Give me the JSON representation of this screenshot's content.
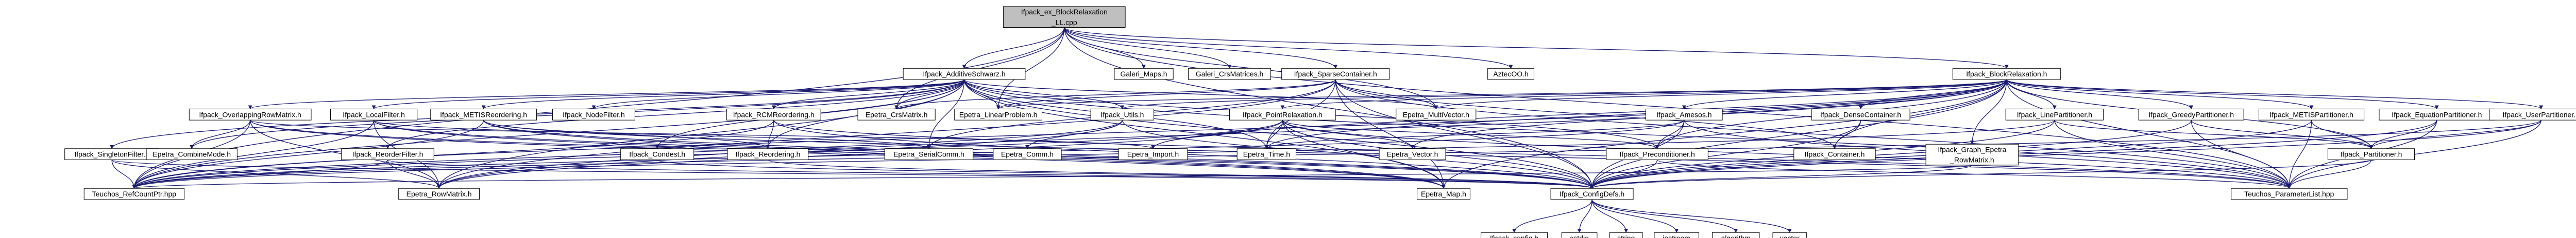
{
  "nodes": [
    {
      "id": "root",
      "label": "Ifpack_ex_BlockRelaxation\n_LL.cpp",
      "border": "#000000",
      "fill": "#bfbfbf"
    },
    {
      "id": "additive",
      "label": "Ifpack_AdditiveSchwarz.h",
      "border": "#000000",
      "fill": "#ffffff"
    },
    {
      "id": "galeri_maps",
      "label": "Galeri_Maps.h",
      "border": "#bfbfbf",
      "fill": "#ffffff"
    },
    {
      "id": "galeri_crs",
      "label": "Galeri_CrsMatrices.h",
      "border": "#bfbfbf",
      "fill": "#ffffff"
    },
    {
      "id": "sparse",
      "label": "Ifpack_SparseContainer.h",
      "border": "#ff0000",
      "fill": "#ffffff"
    },
    {
      "id": "aztecoo",
      "label": "AztecOO.h",
      "border": "#bfbfbf",
      "fill": "#ffffff"
    },
    {
      "id": "block",
      "label": "Ifpack_BlockRelaxation.h",
      "border": "#000000",
      "fill": "#ffffff"
    },
    {
      "id": "overlapping",
      "label": "Ifpack_OverlappingRowMatrix.h",
      "border": "#000000",
      "fill": "#ffffff"
    },
    {
      "id": "localfilter",
      "label": "Ifpack_LocalFilter.h",
      "border": "#000000",
      "fill": "#ffffff"
    },
    {
      "id": "metisreord",
      "label": "Ifpack_METISReordering.h",
      "border": "#000000",
      "fill": "#ffffff"
    },
    {
      "id": "nodefilter",
      "label": "Ifpack_NodeFilter.h",
      "border": "#000000",
      "fill": "#ffffff"
    },
    {
      "id": "rcm",
      "label": "Ifpack_RCMReordering.h",
      "border": "#000000",
      "fill": "#ffffff"
    },
    {
      "id": "ep_crsmatrix",
      "label": "Epetra_CrsMatrix.h",
      "border": "#bfbfbf",
      "fill": "#ffffff"
    },
    {
      "id": "ep_linprob",
      "label": "Epetra_LinearProblem.h",
      "border": "#bfbfbf",
      "fill": "#ffffff"
    },
    {
      "id": "utils",
      "label": "Ifpack_Utils.h",
      "border": "#ff0000",
      "fill": "#ffffff"
    },
    {
      "id": "pointrelax",
      "label": "Ifpack_PointRelaxation.h",
      "border": "#000000",
      "fill": "#ffffff"
    },
    {
      "id": "ep_multivec",
      "label": "Epetra_MultiVector.h",
      "border": "#bfbfbf",
      "fill": "#ffffff"
    },
    {
      "id": "amesos",
      "label": "Ifpack_Amesos.h",
      "border": "#ff0000",
      "fill": "#ffffff"
    },
    {
      "id": "densecont",
      "label": "Ifpack_DenseContainer.h",
      "border": "#ff0000",
      "fill": "#ffffff"
    },
    {
      "id": "linepart",
      "label": "Ifpack_LinePartitioner.h",
      "border": "#ff0000",
      "fill": "#ffffff"
    },
    {
      "id": "greedy",
      "label": "Ifpack_GreedyPartitioner.h",
      "border": "#ff0000",
      "fill": "#ffffff"
    },
    {
      "id": "metispart",
      "label": "Ifpack_METISPartitioner.h",
      "border": "#ff0000",
      "fill": "#ffffff"
    },
    {
      "id": "equation",
      "label": "Ifpack_EquationPartitioner.h",
      "border": "#ff0000",
      "fill": "#ffffff"
    },
    {
      "id": "userpart",
      "label": "Ifpack_UserPartitioner.h",
      "border": "#ff0000",
      "fill": "#ffffff"
    },
    {
      "id": "singleton",
      "label": "Ifpack_SingletonFilter.h",
      "border": "#000000",
      "fill": "#ffffff"
    },
    {
      "id": "combine",
      "label": "Epetra_CombineMode.h",
      "border": "#bfbfbf",
      "fill": "#ffffff"
    },
    {
      "id": "reorderfilter",
      "label": "Ifpack_ReorderFilter.h",
      "border": "#000000",
      "fill": "#ffffff"
    },
    {
      "id": "condest",
      "label": "Ifpack_Condest.h",
      "border": "#ff0000",
      "fill": "#ffffff"
    },
    {
      "id": "reordering",
      "label": "Ifpack_Reordering.h",
      "border": "#000000",
      "fill": "#ffffff"
    },
    {
      "id": "serialcomm",
      "label": "Epetra_SerialComm.h",
      "border": "#bfbfbf",
      "fill": "#ffffff"
    },
    {
      "id": "ep_comm",
      "label": "Epetra_Comm.h",
      "border": "#bfbfbf",
      "fill": "#ffffff"
    },
    {
      "id": "ep_import",
      "label": "Epetra_Import.h",
      "border": "#bfbfbf",
      "fill": "#ffffff"
    },
    {
      "id": "ep_time",
      "label": "Epetra_Time.h",
      "border": "#bfbfbf",
      "fill": "#ffffff"
    },
    {
      "id": "ep_vector",
      "label": "Epetra_Vector.h",
      "border": "#bfbfbf",
      "fill": "#ffffff"
    },
    {
      "id": "preconditioner",
      "label": "Ifpack_Preconditioner.h",
      "border": "#ff0000",
      "fill": "#ffffff"
    },
    {
      "id": "container",
      "label": "Ifpack_Container.h",
      "border": "#000000",
      "fill": "#ffffff"
    },
    {
      "id": "graphepetra",
      "label": "Ifpack_Graph_Epetra\n_RowMatrix.h",
      "border": "#ff0000",
      "fill": "#ffffff"
    },
    {
      "id": "partitioner",
      "label": "Ifpack_Partitioner.h",
      "border": "#000000",
      "fill": "#ffffff"
    },
    {
      "id": "rcp",
      "label": "Teuchos_RefCountPtr.hpp",
      "border": "#bfbfbf",
      "fill": "#ffffff"
    },
    {
      "id": "ep_rowmatrix",
      "label": "Epetra_RowMatrix.h",
      "border": "#bfbfbf",
      "fill": "#ffffff"
    },
    {
      "id": "ep_map",
      "label": "Epetra_Map.h",
      "border": "#bfbfbf",
      "fill": "#ffffff"
    },
    {
      "id": "configdefs",
      "label": "Ifpack_ConfigDefs.h",
      "border": "#000000",
      "fill": "#ffffff"
    },
    {
      "id": "paramlist",
      "label": "Teuchos_ParameterList.hpp",
      "border": "#bfbfbf",
      "fill": "#ffffff"
    },
    {
      "id": "ifpack_config",
      "label": "Ifpack_config.h",
      "border": "#bfbfbf",
      "fill": "#ffffff"
    },
    {
      "id": "cstdio",
      "label": "cstdio",
      "border": "#bfbfbf",
      "fill": "#ffffff"
    },
    {
      "id": "string",
      "label": "string",
      "border": "#bfbfbf",
      "fill": "#ffffff"
    },
    {
      "id": "iostream",
      "label": "iostream",
      "border": "#bfbfbf",
      "fill": "#ffffff"
    },
    {
      "id": "algorithm",
      "label": "algorithm",
      "border": "#bfbfbf",
      "fill": "#ffffff"
    },
    {
      "id": "vector",
      "label": "vector",
      "border": "#bfbfbf",
      "fill": "#ffffff"
    }
  ],
  "edges": [
    [
      "root",
      "additive"
    ],
    [
      "root",
      "galeri_maps"
    ],
    [
      "root",
      "galeri_crs"
    ],
    [
      "root",
      "sparse"
    ],
    [
      "root",
      "aztecoo"
    ],
    [
      "root",
      "block"
    ],
    [
      "root",
      "ep_crsmatrix"
    ],
    [
      "root",
      "ep_linprob"
    ],
    [
      "root",
      "ep_multivec"
    ],
    [
      "root",
      "configdefs"
    ],
    [
      "root",
      "rcp"
    ],
    [
      "root",
      "paramlist"
    ],
    [
      "additive",
      "overlapping"
    ],
    [
      "additive",
      "localfilter"
    ],
    [
      "additive",
      "metisreord"
    ],
    [
      "additive",
      "nodefilter"
    ],
    [
      "additive",
      "rcm"
    ],
    [
      "additive",
      "ep_crsmatrix"
    ],
    [
      "additive",
      "ep_linprob"
    ],
    [
      "additive",
      "ep_multivec"
    ],
    [
      "additive",
      "utils"
    ],
    [
      "additive",
      "singleton"
    ],
    [
      "additive",
      "reorderfilter"
    ],
    [
      "additive",
      "condest"
    ],
    [
      "additive",
      "reordering"
    ],
    [
      "additive",
      "serialcomm"
    ],
    [
      "additive",
      "ep_time"
    ],
    [
      "additive",
      "preconditioner"
    ],
    [
      "additive",
      "configdefs"
    ],
    [
      "additive",
      "rcp"
    ],
    [
      "additive",
      "ep_rowmatrix"
    ],
    [
      "additive",
      "ep_map"
    ],
    [
      "additive",
      "paramlist"
    ],
    [
      "additive",
      "combine"
    ],
    [
      "sparse",
      "ep_crsmatrix"
    ],
    [
      "sparse",
      "ep_linprob"
    ],
    [
      "sparse",
      "ep_multivec"
    ],
    [
      "sparse",
      "container"
    ],
    [
      "sparse",
      "serialcomm"
    ],
    [
      "sparse",
      "ep_time"
    ],
    [
      "sparse",
      "ep_map"
    ],
    [
      "sparse",
      "configdefs"
    ],
    [
      "sparse",
      "ep_rowmatrix"
    ],
    [
      "sparse",
      "paramlist"
    ],
    [
      "block",
      "pointrelax"
    ],
    [
      "block",
      "ep_multivec"
    ],
    [
      "block",
      "amesos"
    ],
    [
      "block",
      "densecont"
    ],
    [
      "block",
      "linepart"
    ],
    [
      "block",
      "greedy"
    ],
    [
      "block",
      "metispart"
    ],
    [
      "block",
      "equation"
    ],
    [
      "block",
      "userpart"
    ],
    [
      "block",
      "ep_time"
    ],
    [
      "block",
      "ep_import"
    ],
    [
      "block",
      "preconditioner"
    ],
    [
      "block",
      "container"
    ],
    [
      "block",
      "graphepetra"
    ],
    [
      "block",
      "partitioner"
    ],
    [
      "block",
      "configdefs"
    ],
    [
      "block",
      "rcp"
    ],
    [
      "block",
      "ep_rowmatrix"
    ],
    [
      "block",
      "ep_map"
    ],
    [
      "block",
      "paramlist"
    ],
    [
      "block",
      "ep_linprob"
    ],
    [
      "block",
      "utils"
    ],
    [
      "block",
      "ep_vector"
    ],
    [
      "overlapping",
      "combine"
    ],
    [
      "overlapping",
      "ep_import"
    ],
    [
      "overlapping",
      "configdefs"
    ],
    [
      "overlapping",
      "rcp"
    ],
    [
      "overlapping",
      "ep_rowmatrix"
    ],
    [
      "overlapping",
      "ep_map"
    ],
    [
      "localfilter",
      "ep_rowmatrix"
    ],
    [
      "localfilter",
      "serialcomm"
    ],
    [
      "localfilter",
      "ep_map"
    ],
    [
      "localfilter",
      "configdefs"
    ],
    [
      "localfilter",
      "rcp"
    ],
    [
      "metisreord",
      "reordering"
    ],
    [
      "metisreord",
      "configdefs"
    ],
    [
      "metisreord",
      "rcp"
    ],
    [
      "metisreord",
      "paramlist"
    ],
    [
      "metisreord",
      "ep_map"
    ],
    [
      "rcm",
      "reordering"
    ],
    [
      "rcm",
      "configdefs"
    ],
    [
      "rcm",
      "paramlist"
    ],
    [
      "rcm",
      "rcp"
    ],
    [
      "utils",
      "ep_comm"
    ],
    [
      "utils",
      "configdefs"
    ],
    [
      "utils",
      "rcp"
    ],
    [
      "utils",
      "ep_rowmatrix"
    ],
    [
      "pointrelax",
      "ep_import"
    ],
    [
      "pointrelax",
      "ep_time"
    ],
    [
      "pointrelax",
      "ep_vector"
    ],
    [
      "pointrelax",
      "preconditioner"
    ],
    [
      "pointrelax",
      "configdefs"
    ],
    [
      "pointrelax",
      "rcp"
    ],
    [
      "pointrelax",
      "ep_rowmatrix"
    ],
    [
      "pointrelax",
      "ep_map"
    ],
    [
      "pointrelax",
      "paramlist"
    ],
    [
      "amesos",
      "preconditioner"
    ],
    [
      "amesos",
      "configdefs"
    ],
    [
      "amesos",
      "rcp"
    ],
    [
      "amesos",
      "paramlist"
    ],
    [
      "amesos",
      "ep_time"
    ],
    [
      "densecont",
      "container"
    ],
    [
      "densecont",
      "configdefs"
    ],
    [
      "linepart",
      "partitioner"
    ],
    [
      "linepart",
      "configdefs"
    ],
    [
      "linepart",
      "paramlist"
    ],
    [
      "linepart",
      "rcp"
    ],
    [
      "greedy",
      "partitioner"
    ],
    [
      "greedy",
      "configdefs"
    ],
    [
      "greedy",
      "paramlist"
    ],
    [
      "metispart",
      "partitioner"
    ],
    [
      "metispart",
      "configdefs"
    ],
    [
      "metispart",
      "paramlist"
    ],
    [
      "equation",
      "partitioner"
    ],
    [
      "equation",
      "configdefs"
    ],
    [
      "equation",
      "paramlist"
    ],
    [
      "userpart",
      "partitioner"
    ],
    [
      "userpart",
      "configdefs"
    ],
    [
      "userpart",
      "paramlist"
    ],
    [
      "userpart",
      "rcp"
    ],
    [
      "singleton",
      "configdefs"
    ],
    [
      "singleton",
      "rcp"
    ],
    [
      "singleton",
      "ep_rowmatrix"
    ],
    [
      "reorderfilter",
      "configdefs"
    ],
    [
      "reorderfilter",
      "rcp"
    ],
    [
      "reorderfilter",
      "ep_rowmatrix"
    ],
    [
      "condest",
      "configdefs"
    ],
    [
      "reordering",
      "configdefs"
    ],
    [
      "preconditioner",
      "configdefs"
    ],
    [
      "preconditioner",
      "paramlist"
    ],
    [
      "graphepetra",
      "configdefs"
    ],
    [
      "graphepetra",
      "rcp"
    ],
    [
      "partitioner",
      "configdefs"
    ],
    [
      "partitioner",
      "paramlist"
    ],
    [
      "configdefs",
      "ifpack_config"
    ],
    [
      "configdefs",
      "cstdio"
    ],
    [
      "configdefs",
      "string"
    ],
    [
      "configdefs",
      "iostream"
    ],
    [
      "configdefs",
      "algorithm"
    ],
    [
      "configdefs",
      "vector"
    ]
  ]
}
